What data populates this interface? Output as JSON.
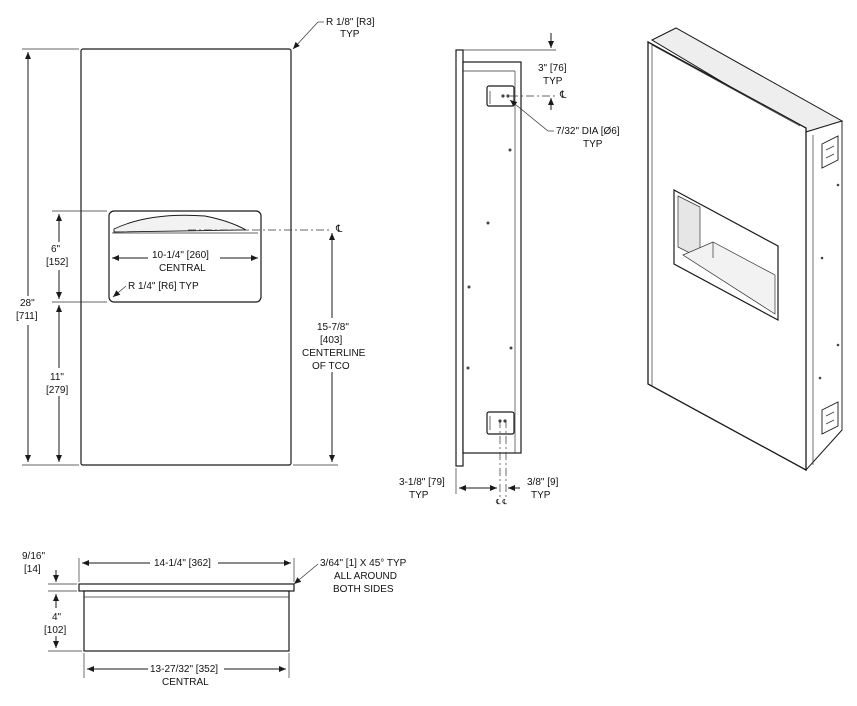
{
  "front_view": {
    "corner_radius_label": "R 1/8\" [R3]",
    "corner_radius_note": "TYP",
    "overall_height": "28\"",
    "overall_height_mm": "[711]",
    "opening_height": "6\"",
    "opening_height_mm": "[152]",
    "opening_width": "10-1/4\" [260]",
    "opening_width_note": "CENTRAL",
    "opening_radius": "R 1/4\" [R6] TYP",
    "bottom_to_opening": "11\"",
    "bottom_to_opening_mm": "[279]",
    "centerline_dim": "15-7/8\"",
    "centerline_dim_mm": "[403]",
    "centerline_label_1": "CENTERLINE",
    "centerline_label_2": "OF TCO",
    "centerline_symbol": "℄"
  },
  "side_view": {
    "top_offset": "3\" [76]",
    "top_offset_note": "TYP",
    "hole_dia": "7/32\" DIA [Ø6]",
    "hole_dia_note": "TYP",
    "flange_depth": "3-1/8\" [79]",
    "flange_depth_note": "TYP",
    "slot_offset": "3/8\" [9]",
    "slot_offset_note": "TYP",
    "centerline_symbol": "℄",
    "slot_symbols": "℄ ℄"
  },
  "top_view": {
    "flange_thickness": "9/16\"",
    "flange_thickness_mm": "[14]",
    "overall_width": "14-1/4\" [362]",
    "chamfer_1": "3/64\" [1] X 45° TYP",
    "chamfer_2": "ALL AROUND",
    "chamfer_3": "BOTH SIDES",
    "body_depth": "4\"",
    "body_depth_mm": "[102]",
    "body_width": "13-27/32\" [352]",
    "body_width_note": "CENTRAL"
  },
  "colors": {
    "line": "#1a1a1a",
    "fill": "#ffffff",
    "shade": "#d9d9d9"
  }
}
